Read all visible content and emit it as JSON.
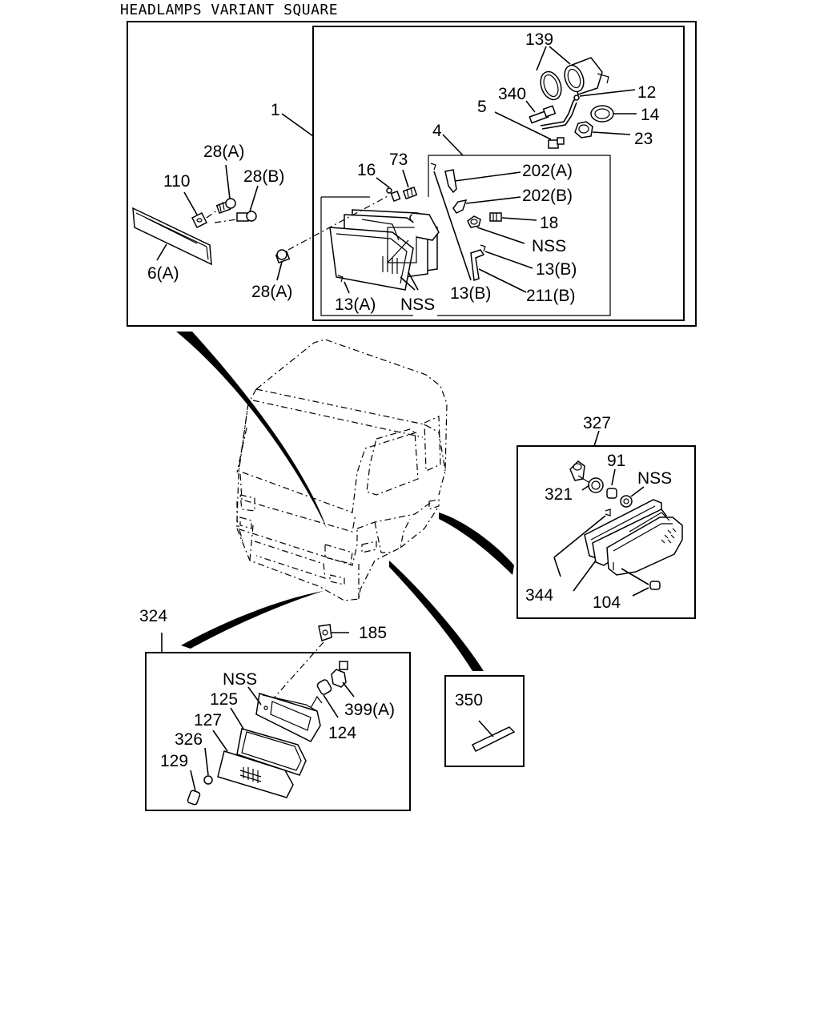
{
  "title": "HEADLAMPS VARIANT SQUARE",
  "labels": {
    "l139": "139",
    "l340": "340",
    "l12": "12",
    "l5": "5",
    "l14": "14",
    "l23": "23",
    "l1": "1",
    "l4": "4",
    "l28a_top": "28(A)",
    "l28b": "28(B)",
    "l110": "110",
    "l16": "16",
    "l73": "73",
    "l202a": "202(A)",
    "l202b": "202(B)",
    "l18": "18",
    "lnss_headlamp": "NSS",
    "l13b_right": "13(B)",
    "l13b_mid": "13(B)",
    "l211b": "211(B)",
    "l6a": "6(A)",
    "l28a_bottom": "28(A)",
    "l13a": "13(A)",
    "lnss_lamp": "NSS",
    "l327": "327",
    "l91": "91",
    "lnss_side": "NSS",
    "l321": "321",
    "l344": "344",
    "l104": "104",
    "l324": "324",
    "l185": "185",
    "lnss_fog": "NSS",
    "l125": "125",
    "l399a": "399(A)",
    "l127": "127",
    "l124": "124",
    "l326": "326",
    "l129": "129",
    "l350": "350"
  }
}
